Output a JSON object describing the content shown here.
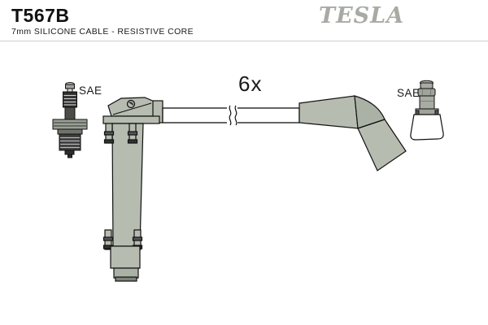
{
  "header": {
    "part_number": "T567B",
    "subtitle": "7mm SILICONE CABLE - RESISTIVE CORE",
    "brand": "TESLA"
  },
  "diagram": {
    "quantity_label": "6x",
    "left_terminal_label": "SAE",
    "right_terminal_label": "SAE"
  },
  "colors": {
    "boot_fill": "#b6bcb0",
    "boot_shadow": "#aab1a5",
    "metal_gray": "#9aa096",
    "brand_gray": "#a7aba3",
    "outline": "#111111",
    "background": "#ffffff"
  }
}
